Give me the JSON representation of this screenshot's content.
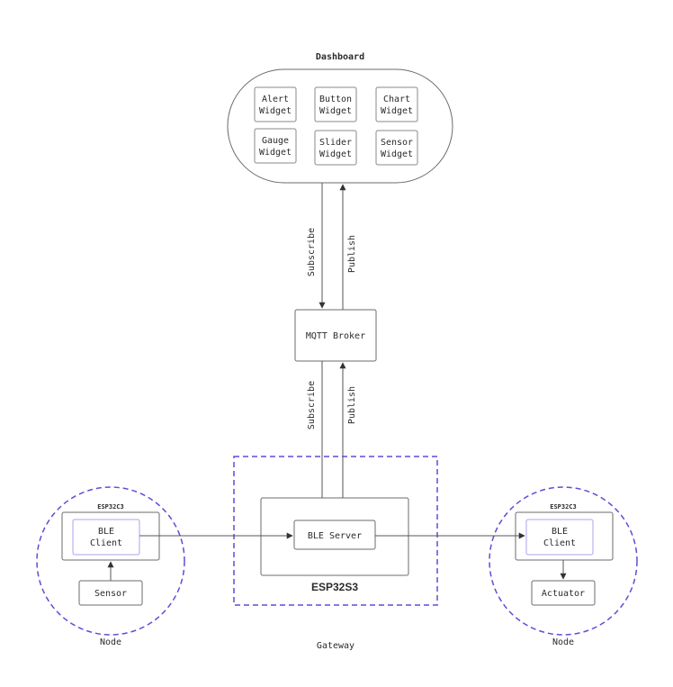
{
  "dashboard": {
    "title": "Dashboard",
    "widgets": [
      [
        "Alert",
        "Widget"
      ],
      [
        "Button",
        "Widget"
      ],
      [
        "Chart",
        "Widget"
      ],
      [
        "Gauge",
        "Widget"
      ],
      [
        "Slider",
        "Widget"
      ],
      [
        "Sensor",
        "Widget"
      ]
    ]
  },
  "edges": {
    "top_subscribe": "Subscribe",
    "top_publish": "Publish",
    "bottom_subscribe": "Subscribe",
    "bottom_publish": "Publish"
  },
  "broker": {
    "label": "MQTT Broker"
  },
  "gateway": {
    "server_label": "BLE Server",
    "chip_label": "ESP32S3",
    "caption": "Gateway"
  },
  "left_node": {
    "chip_label": "ESP32C3",
    "client_line1": "BLE",
    "client_line2": "Client",
    "device_label": "Sensor",
    "caption": "Node"
  },
  "right_node": {
    "chip_label": "ESP32C3",
    "client_line1": "BLE",
    "client_line2": "Client",
    "device_label": "Actuator",
    "caption": "Node"
  },
  "colors": {
    "stroke": "#6b6b6b",
    "text": "#2b2b2b",
    "accent_dashed": "#5a4fd8",
    "inner_highlight": "#a9a3ec"
  }
}
